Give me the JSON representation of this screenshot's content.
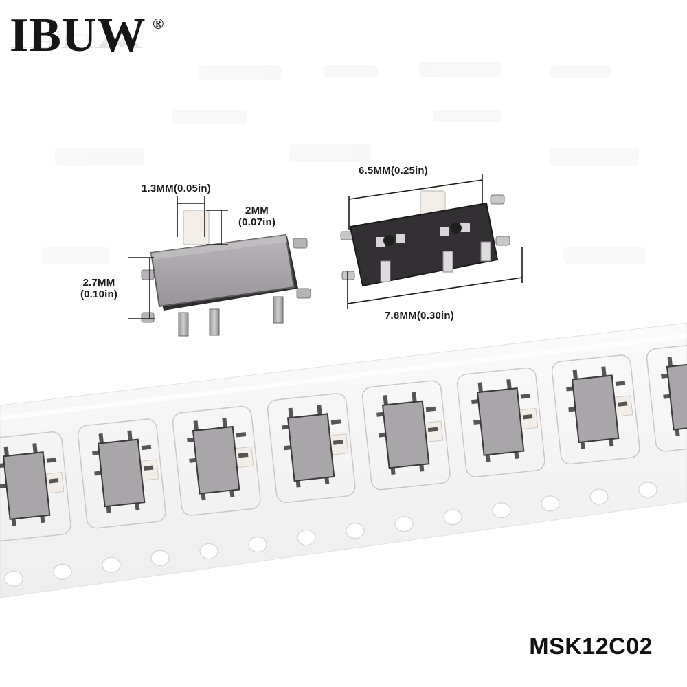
{
  "brand": {
    "name": "IBUW",
    "registered_mark": "®"
  },
  "model": "MSK12C02",
  "dimensions": {
    "knob_width": "1.3MM(0.05in)",
    "knob_height_line1": "2MM",
    "knob_height_line2": "(0.07in)",
    "body_height_line1": "2.7MM",
    "body_height_line2": "(0.10in)",
    "body_width": "6.5MM(0.25in)",
    "total_width": "7.8MM(0.30in)"
  },
  "colors": {
    "switch_body": "#a9a6aa",
    "switch_body_dark": "#8c898c",
    "switch_base": "#2f2d2f",
    "knob": "#f1ede6",
    "tape": "#f6f6f6",
    "dim_line": "#1a1a1a"
  }
}
